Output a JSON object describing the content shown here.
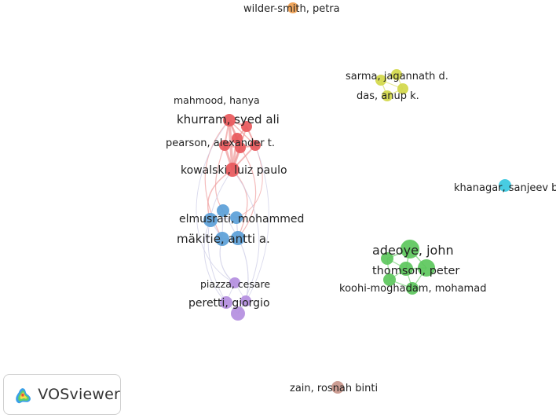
{
  "app": {
    "name": "VOSviewer",
    "logo_label": "VOSviewer"
  },
  "colors": {
    "red": "#e8585b",
    "red_link": "#f0a0a0",
    "blue": "#5b9fd8",
    "green": "#5cc75c",
    "purple": "#b48ee0",
    "yellow": "#d3d84a",
    "cyan": "#38c8e0",
    "orange": "#f0a050",
    "brown": "#c8958a",
    "link_neutral": "#c9c9e4"
  },
  "labels": {
    "wilder_smith": "wilder-smith, petra",
    "sarma": "sarma, jagannath d.",
    "das": "das, anup k.",
    "mahmood": "mahmood, hanya",
    "khurram": "khurram, syed ali",
    "pearson": "pearson, alexander t.",
    "kowalski": "kowalski, luiz paulo",
    "khanagar": "khanagar, sanjeev b.",
    "elmusrati": "elmusrati, mohammed",
    "makitie": "mäkitie, antti a.",
    "adeoye": "adeoye, john",
    "thomson": "thomson, peter",
    "koohi": "koohi-moghadam, mohamad",
    "piazza": "piazza, cesare",
    "peretti": "peretti, giorgio",
    "zain": "zain, rosnah binti"
  }
}
